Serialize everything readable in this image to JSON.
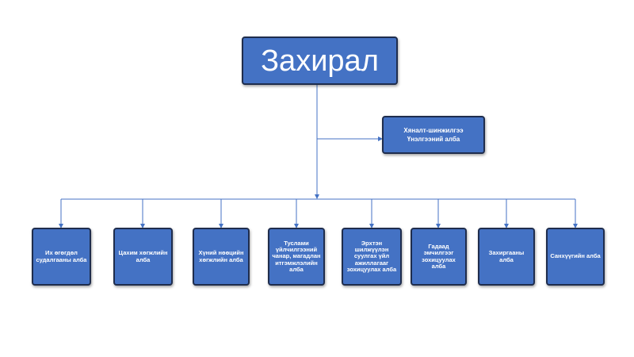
{
  "diagram": {
    "root": {
      "label": "Захирал"
    },
    "side_unit": {
      "label": "Хяналт-шинжилгээ Үнэлгээний алба"
    },
    "departments": [
      {
        "label": "Их өгөгдөл судалгааны алба"
      },
      {
        "label": "Цахим хөгжлийн алба"
      },
      {
        "label": "Хүний нөөцийн хөгжлийн алба"
      },
      {
        "label": "Туслами үйлчилгээний чанар, магадлан итгэмжлэлийн алба"
      },
      {
        "label": "Эрхтэн шилжүүлэн суулгах үйл ажиллагааг зохицуулах алба"
      },
      {
        "label": "Гадаад эмчилгээг зохицуулах алба"
      },
      {
        "label": "Захиргааны алба"
      },
      {
        "label": "Санхүүгийн алба"
      }
    ],
    "colors": {
      "box_fill": "#4472c4",
      "box_border": "#1f2d4d",
      "connector": "#4472c4",
      "text": "#ffffff"
    }
  }
}
